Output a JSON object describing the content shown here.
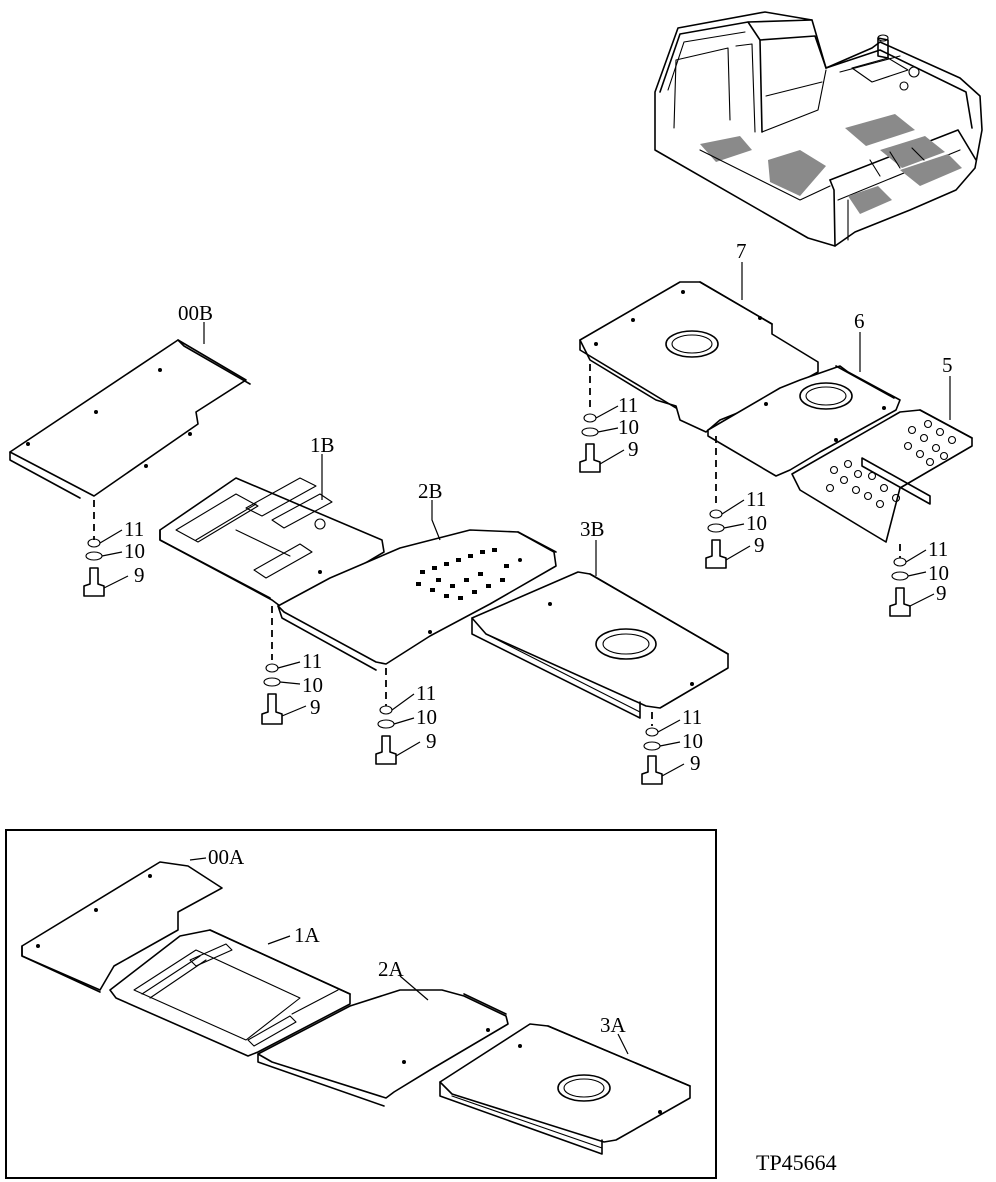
{
  "figure_ref": "TP45664",
  "excavator_detail": {
    "shaded_areas": "floor plate locations"
  },
  "assembly_b": {
    "plates": [
      {
        "id": "00B",
        "label": "00B"
      },
      {
        "id": "1B",
        "label": "1B"
      },
      {
        "id": "2B",
        "label": "2B"
      },
      {
        "id": "3B",
        "label": "3B"
      }
    ]
  },
  "assembly_right": {
    "plates": [
      {
        "id": "7",
        "label": "7"
      },
      {
        "id": "6",
        "label": "6"
      },
      {
        "id": "5",
        "label": "5"
      }
    ]
  },
  "hardware": {
    "bolt": "9",
    "washer": "10",
    "oring": "11"
  },
  "assembly_a": {
    "plates": [
      {
        "id": "00A",
        "label": "00A"
      },
      {
        "id": "1A",
        "label": "1A"
      },
      {
        "id": "2A",
        "label": "2A"
      },
      {
        "id": "3A",
        "label": "3A"
      }
    ]
  }
}
